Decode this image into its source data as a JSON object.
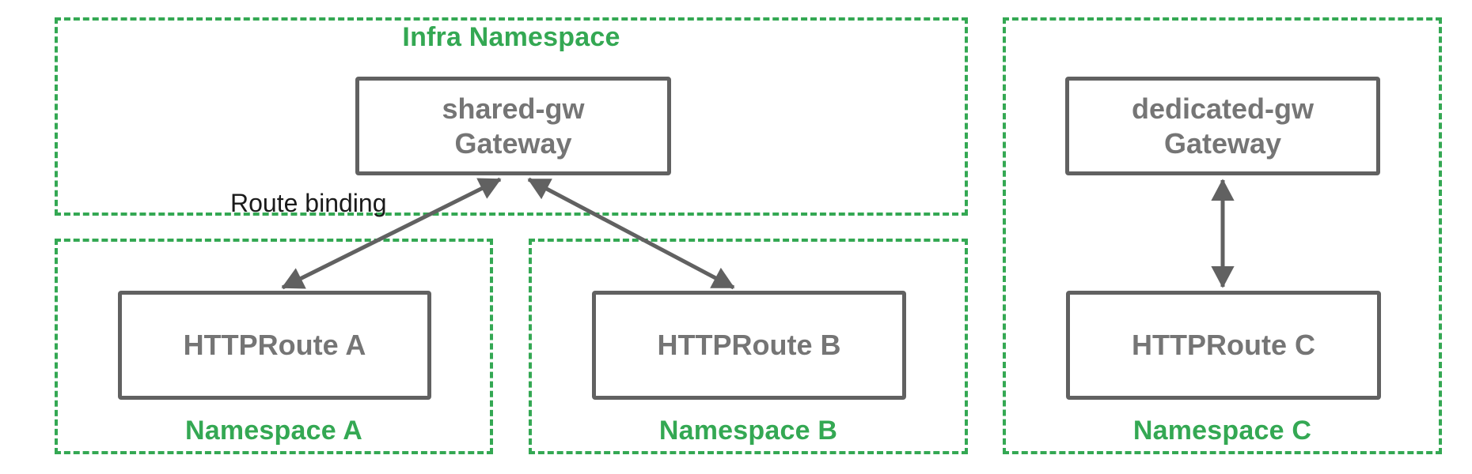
{
  "colors": {
    "namespace_green": "#34A853",
    "node_border_gray": "#616161",
    "node_text_gray": "#757575",
    "arrow_gray": "#616161",
    "annotation_black": "#1A1A1A",
    "background": "#FFFFFF"
  },
  "namespaces": {
    "infra": {
      "label": "Infra Namespace"
    },
    "a": {
      "label": "Namespace A"
    },
    "b": {
      "label": "Namespace B"
    },
    "c": {
      "label": "Namespace C"
    }
  },
  "nodes": {
    "shared_gw": {
      "line1": "shared-gw",
      "line2": "Gateway"
    },
    "dedicated_gw": {
      "line1": "dedicated-gw",
      "line2": "Gateway"
    },
    "route_a": {
      "label": "HTTPRoute A"
    },
    "route_b": {
      "label": "HTTPRoute B"
    },
    "route_c": {
      "label": "HTTPRoute C"
    }
  },
  "annotations": {
    "route_binding": "Route binding"
  }
}
